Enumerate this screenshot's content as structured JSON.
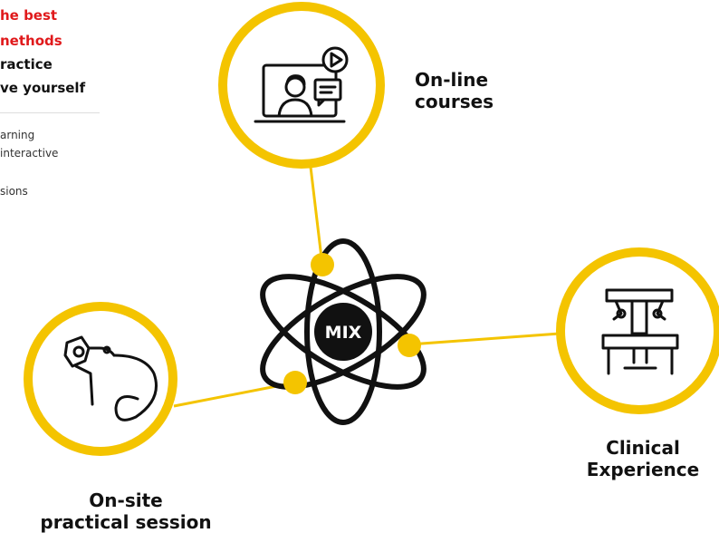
{
  "intro": {
    "heading_red": [
      "he best",
      "nethods"
    ],
    "heading_black": [
      "ractice",
      "ve yourself"
    ],
    "body_lines": [
      "arning",
      "interactive",
      "",
      "sions"
    ]
  },
  "diagram": {
    "center_label": "MIX",
    "nodes": [
      {
        "id": "online",
        "label_lines": [
          "On-line",
          "courses"
        ],
        "icon": "video-lesson-icon"
      },
      {
        "id": "clinical",
        "label_lines": [
          "Clinical",
          "Experience"
        ],
        "icon": "surgical-robot-icon"
      },
      {
        "id": "onsite",
        "label_lines": [
          "On-site",
          "practical session"
        ],
        "icon": "endoscope-icon"
      }
    ]
  },
  "colors": {
    "accent": "#f4c400",
    "red": "#e0191b",
    "text": "#111111"
  }
}
